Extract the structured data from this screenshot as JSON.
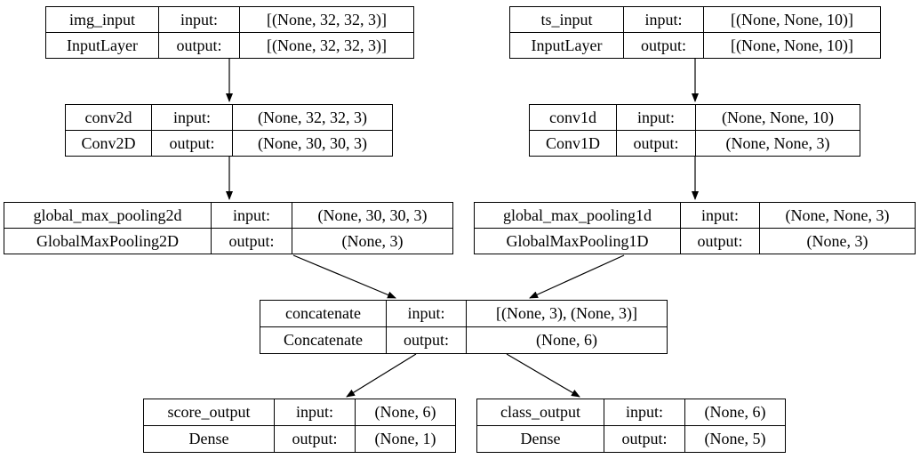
{
  "colors": {
    "background": "#ffffff",
    "node_border": "#000000",
    "edge": "#000000",
    "text": "#000000"
  },
  "diagram": {
    "type": "keras-model-plot",
    "nodes": [
      {
        "name": "img_input",
        "layer_class": "InputLayer",
        "input_label": "input:",
        "output_label": "output:",
        "input_shape": "[(None, 32, 32, 3)]",
        "output_shape": "[(None, 32, 32, 3)]"
      },
      {
        "name": "ts_input",
        "layer_class": "InputLayer",
        "input_label": "input:",
        "output_label": "output:",
        "input_shape": "[(None, None, 10)]",
        "output_shape": "[(None, None, 10)]"
      },
      {
        "name": "conv2d",
        "layer_class": "Conv2D",
        "input_label": "input:",
        "output_label": "output:",
        "input_shape": "(None, 32, 32, 3)",
        "output_shape": "(None, 30, 30, 3)"
      },
      {
        "name": "conv1d",
        "layer_class": "Conv1D",
        "input_label": "input:",
        "output_label": "output:",
        "input_shape": "(None, None, 10)",
        "output_shape": "(None, None, 3)"
      },
      {
        "name": "global_max_pooling2d",
        "layer_class": "GlobalMaxPooling2D",
        "input_label": "input:",
        "output_label": "output:",
        "input_shape": "(None, 30, 30, 3)",
        "output_shape": "(None, 3)"
      },
      {
        "name": "global_max_pooling1d",
        "layer_class": "GlobalMaxPooling1D",
        "input_label": "input:",
        "output_label": "output:",
        "input_shape": "(None, None, 3)",
        "output_shape": "(None, 3)"
      },
      {
        "name": "concatenate",
        "layer_class": "Concatenate",
        "input_label": "input:",
        "output_label": "output:",
        "input_shape": "[(None, 3), (None, 3)]",
        "output_shape": "(None, 6)"
      },
      {
        "name": "score_output",
        "layer_class": "Dense",
        "input_label": "input:",
        "output_label": "output:",
        "input_shape": "(None, 6)",
        "output_shape": "(None, 1)"
      },
      {
        "name": "class_output",
        "layer_class": "Dense",
        "input_label": "input:",
        "output_label": "output:",
        "input_shape": "(None, 6)",
        "output_shape": "(None, 5)"
      }
    ],
    "edges": [
      {
        "from": "img_input",
        "to": "conv2d"
      },
      {
        "from": "ts_input",
        "to": "conv1d"
      },
      {
        "from": "conv2d",
        "to": "global_max_pooling2d"
      },
      {
        "from": "conv1d",
        "to": "global_max_pooling1d"
      },
      {
        "from": "global_max_pooling2d",
        "to": "concatenate"
      },
      {
        "from": "global_max_pooling1d",
        "to": "concatenate"
      },
      {
        "from": "concatenate",
        "to": "score_output"
      },
      {
        "from": "concatenate",
        "to": "class_output"
      }
    ]
  }
}
